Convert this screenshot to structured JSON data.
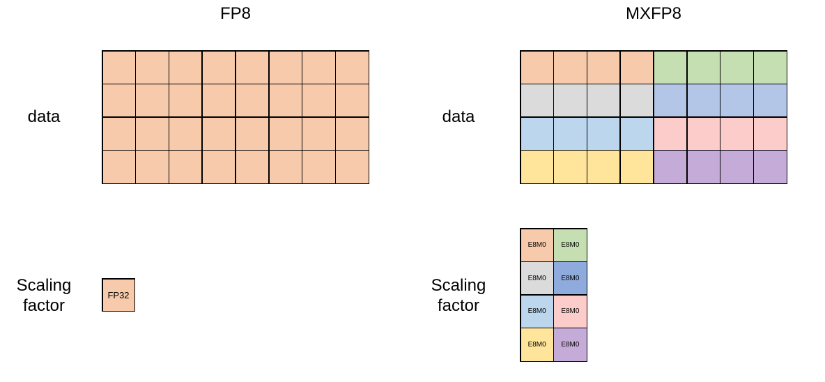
{
  "colors": {
    "orange": "#F7CAAC",
    "green": "#C5DFB3",
    "gray": "#DBDBDB",
    "periwinkle": "#B3C6E7",
    "light_blue": "#BCD6EE",
    "pink": "#FCCCCB",
    "yellow": "#FFE59B",
    "purple": "#C5ABD8",
    "scale_blue": "#8FAADC",
    "border": "#000000",
    "text": "#000000",
    "background": "#FFFFFF"
  },
  "fp8": {
    "title": "FP8",
    "data_label": "data",
    "scaling_label": {
      "line1": "Scaling",
      "line2": "factor"
    },
    "data_grid": {
      "rows": 4,
      "cols": 8,
      "cell_name": "fp8-data-cell",
      "cell_colors": [
        "orange",
        "orange",
        "orange",
        "orange",
        "orange",
        "orange",
        "orange",
        "orange",
        "orange",
        "orange",
        "orange",
        "orange",
        "orange",
        "orange",
        "orange",
        "orange",
        "orange",
        "orange",
        "orange",
        "orange",
        "orange",
        "orange",
        "orange",
        "orange",
        "orange",
        "orange",
        "orange",
        "orange",
        "orange",
        "orange",
        "orange",
        "orange"
      ]
    },
    "scaling_grid": {
      "rows": 1,
      "cols": 1,
      "cell_name": "fp32-scale-cell",
      "cells": [
        {
          "color": "orange",
          "label": "FP32"
        }
      ]
    }
  },
  "mxfp8": {
    "title": "MXFP8",
    "data_label": "data",
    "scaling_label": {
      "line1": "Scaling",
      "line2": "factor"
    },
    "data_grid": {
      "rows": 4,
      "cols": 8,
      "cell_name": "mxfp8-data-cell",
      "cell_colors": [
        "orange",
        "orange",
        "orange",
        "orange",
        "green",
        "green",
        "green",
        "green",
        "gray",
        "gray",
        "gray",
        "gray",
        "periwinkle",
        "periwinkle",
        "periwinkle",
        "periwinkle",
        "light_blue",
        "light_blue",
        "light_blue",
        "light_blue",
        "pink",
        "pink",
        "pink",
        "pink",
        "yellow",
        "yellow",
        "yellow",
        "yellow",
        "purple",
        "purple",
        "purple",
        "purple"
      ]
    },
    "scaling_grid": {
      "rows": 4,
      "cols": 2,
      "cell_name": "e8m0-scale-cell",
      "cells": [
        {
          "color": "orange",
          "label": "E8M0"
        },
        {
          "color": "green",
          "label": "E8M0"
        },
        {
          "color": "gray",
          "label": "E8M0"
        },
        {
          "color": "scale_blue",
          "label": "E8M0"
        },
        {
          "color": "light_blue",
          "label": "E8M0"
        },
        {
          "color": "pink",
          "label": "E8M0"
        },
        {
          "color": "yellow",
          "label": "E8M0"
        },
        {
          "color": "purple",
          "label": "E8M0"
        }
      ]
    }
  }
}
